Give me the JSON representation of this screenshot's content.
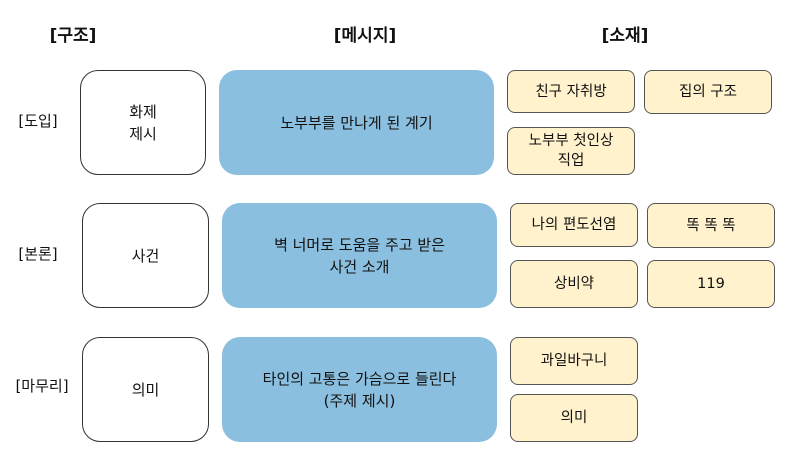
{
  "headers": {
    "structure": "[구조]",
    "message": "[메시지]",
    "material": "[소재]"
  },
  "rows": [
    {
      "label": "[도입]",
      "structure": "화제\n제시",
      "message": "노부부를 만나게 된 계기",
      "materials": [
        "친구 자취방",
        "집의 구조",
        "노부부 첫인상\n직업"
      ]
    },
    {
      "label": "[본론]",
      "structure": "사건",
      "message": "벽 너머로 도움을 주고 받은\n사건 소개",
      "materials": [
        "나의 편도선염",
        "똑 똑 똑",
        "상비약",
        "119"
      ]
    },
    {
      "label": "[마무리]",
      "structure": "의미",
      "message": "타인의 고통은 가슴으로 들린다\n(주제 제시)",
      "materials": [
        "과일바구니",
        "의미"
      ]
    }
  ],
  "colors": {
    "message_fill": "#8bbfdf",
    "material_fill": "#fff2cc"
  }
}
